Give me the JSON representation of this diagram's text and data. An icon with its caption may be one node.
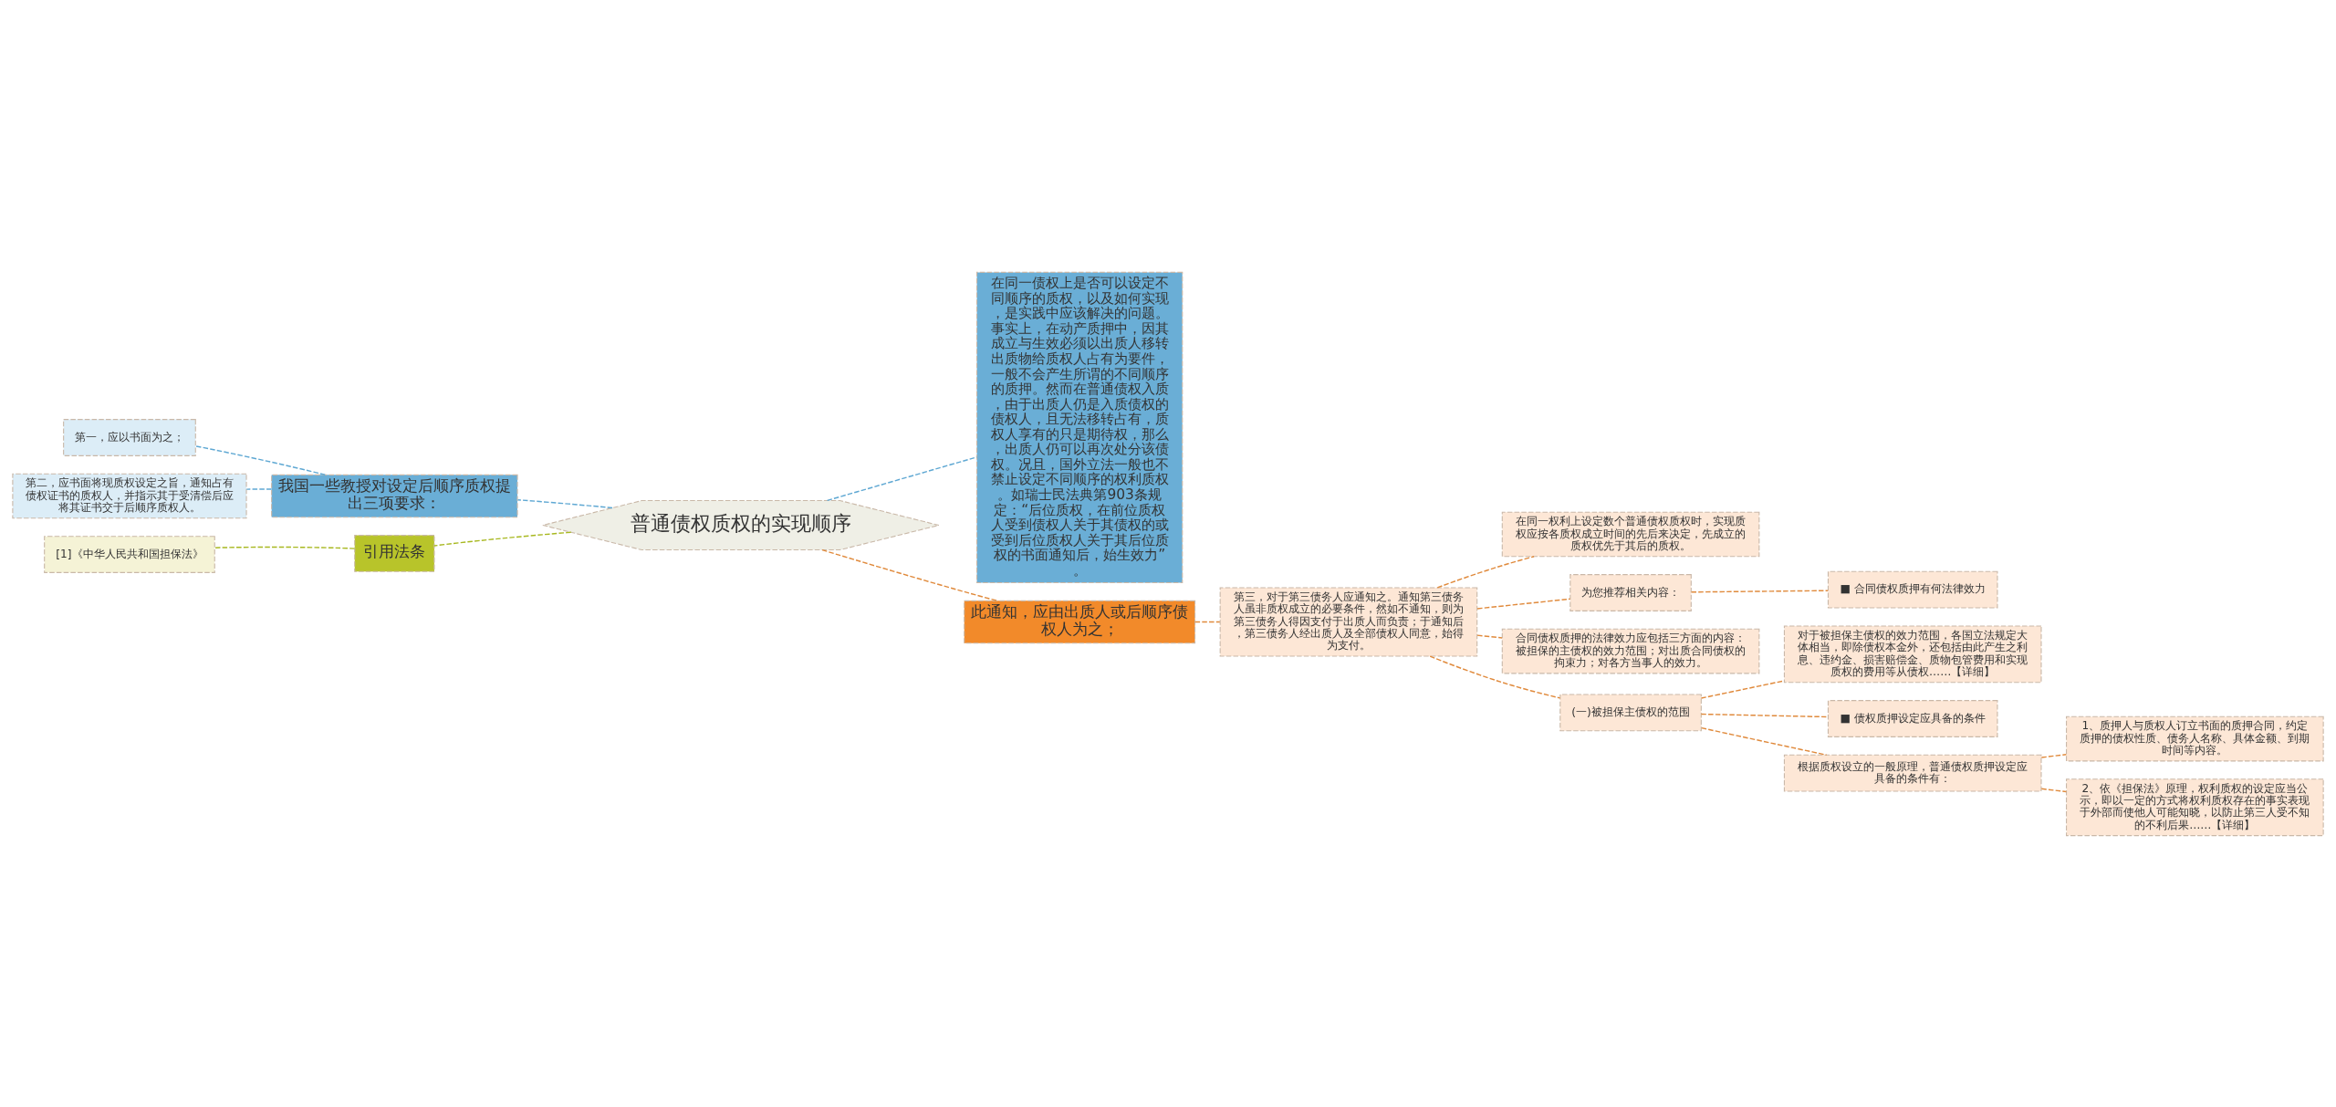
{
  "diagram": {
    "nodes": [
      {
        "text": [
          "普通债权质权的实现顺序"
        ]
      },
      {
        "text": [
          "我国一些教授对设定后顺序质权提出三项要求："
        ]
      },
      {
        "text": [
          "第一，应以书面为之；"
        ]
      },
      {
        "text": [
          "第二，应书面将现质权设定之旨，通知占有债权证书的质权人，并指示其于受清偿后应将其证书交于后顺序质权人。"
        ]
      },
      {
        "text": [
          "引用法条"
        ]
      },
      {
        "text": [
          "[1]《中华人民共和国担保法》"
        ]
      },
      {
        "text": [
          "在同一债权上是否可以设定不同顺序的质权，以及如何实现，是实践中应该解决的问题。事实上，在动产质押中，因其成立与生效必须以出质人移转出质物给质权人占有为要件，一般不会产生所谓的不同顺序的质押。然而在普通债权入质，由于出质人仍是入质债权的债权人，且无法移转占有，质权人享有的只是期待权，那么，出质人仍可以再次处分该债权。况且，国外立法一般也不禁止设定不同顺序的权利质权。如瑞士民法典第903条规定：“后位质权，在前位质权人受到债权人关于其债权的或受到后位质权人关于其后位质权的书面通知后，始生效力”。"
        ]
      },
      {
        "text": [
          "此通知，应由出质人或后顺序债权人为之；"
        ]
      },
      {
        "text": [
          "第三，对于第三债务人应通知之。通知第三债务人虽非质权成立的必要条件，然如不通知，则为第三债务人得因支付于出质人而负责；于通知后，第三债务人经出质人及全部债权人同意，始得为支付。"
        ]
      },
      {
        "text": [
          "在同一权利上设定数个普通债权质权时，实现质权应按各质权成立时间的先后来决定，先成立的质权优先于其后的质权。"
        ]
      },
      {
        "text": [
          "为您推荐相关内容："
        ]
      },
      {
        "text": [
          "■ 合同债权质押有何法律效力"
        ]
      },
      {
        "text": [
          "合同债权质押的法律效力应包括三方面的内容：被担保的主债权的效力范围；对出质合同债权的拘束力；对各方当事人的效力。"
        ]
      },
      {
        "text": [
          "(一)被担保主债权的范围"
        ]
      },
      {
        "text": [
          "对于被担保主债权的效力范围，各国立法规定大体相当，即除债权本金外，还包括由此产生之利息、违约金、损害赔偿金、质物包管费用和实现质权的费用等从债权……【详细】"
        ]
      },
      {
        "text": [
          "■ 债权质押设定应具备的条件"
        ]
      },
      {
        "text": [
          "根据质权设立的一般原理，普通债权质押设定应具备的条件有："
        ]
      },
      {
        "text": [
          "1、质押人与质权人订立书面的质押合同，约定质押的债权性质、债务人名称、具体金额、到期时间等内容。"
        ]
      },
      {
        "text": [
          "2、依《担保法》原理，权利质权的设定应当公示，即以一定的方式将权利质权存在的事实表现于外部而使他人可能知晓，以防止第三人受不知的不利后果……【详细】"
        ]
      }
    ],
    "edges": [
      {
        "from": 0,
        "to": 1,
        "arrow": "none",
        "style": "dashed",
        "color": "#5fa8d3"
      },
      {
        "from": 1,
        "to": 2,
        "arrow": "none",
        "style": "dashed",
        "color": "#5fa8d3"
      },
      {
        "from": 1,
        "to": 3,
        "arrow": "none",
        "style": "dashed",
        "color": "#5fa8d3"
      },
      {
        "from": 0,
        "to": 4,
        "arrow": "none",
        "style": "dashed",
        "color": "#a8b820"
      },
      {
        "from": 4,
        "to": 5,
        "arrow": "none",
        "style": "dashed",
        "color": "#a8b820"
      },
      {
        "from": 0,
        "to": 6,
        "arrow": "none",
        "style": "dashed",
        "color": "#5fa8d3"
      },
      {
        "from": 0,
        "to": 7,
        "arrow": "none",
        "style": "dashed"
      },
      {
        "from": 7,
        "to": 8,
        "arrow": "none",
        "style": "dashed"
      },
      {
        "from": 8,
        "to": 9,
        "arrow": "none",
        "style": "dashed"
      },
      {
        "from": 8,
        "to": 10,
        "arrow": "none",
        "style": "dashed"
      },
      {
        "from": 10,
        "to": 11,
        "arrow": "none",
        "style": "dashed"
      },
      {
        "from": 8,
        "to": 12,
        "arrow": "none",
        "style": "dashed"
      },
      {
        "from": 8,
        "to": 13,
        "arrow": "none",
        "style": "dashed"
      },
      {
        "from": 13,
        "to": 14,
        "arrow": "none",
        "style": "dashed"
      },
      {
        "from": 13,
        "to": 15,
        "arrow": "none",
        "style": "dashed"
      },
      {
        "from": 13,
        "to": 16,
        "arrow": "none",
        "style": "dashed"
      },
      {
        "from": 16,
        "to": 17,
        "arrow": "none",
        "style": "dashed"
      },
      {
        "from": 16,
        "to": 18,
        "arrow": "none",
        "style": "dashed"
      }
    ]
  }
}
